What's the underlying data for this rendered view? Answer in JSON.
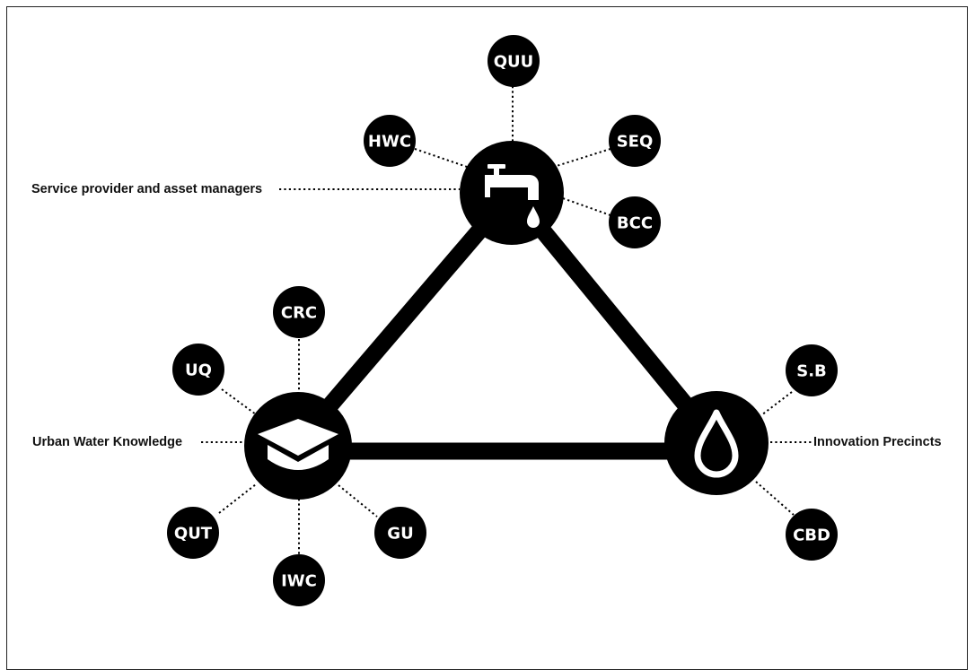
{
  "hubs": [
    {
      "id": "service",
      "label": "Service provider and asset managers",
      "icon": "water-tap-icon"
    },
    {
      "id": "knowledge",
      "label": "Urban Water Knowledge",
      "icon": "graduation-cap-icon"
    },
    {
      "id": "innovation",
      "label": "Innovation Precincts",
      "icon": "water-drop-icon"
    }
  ],
  "satellites": {
    "service": [
      "QUU",
      "HWC",
      "SEQ",
      "BCC"
    ],
    "knowledge": [
      "CRC",
      "UQ",
      "QUT",
      "IWC",
      "GU"
    ],
    "innovation": [
      "S.B",
      "CBD"
    ]
  },
  "colors": {
    "node": "#000000",
    "text": "#ffffff",
    "line": "#000000",
    "background": "#ffffff"
  }
}
